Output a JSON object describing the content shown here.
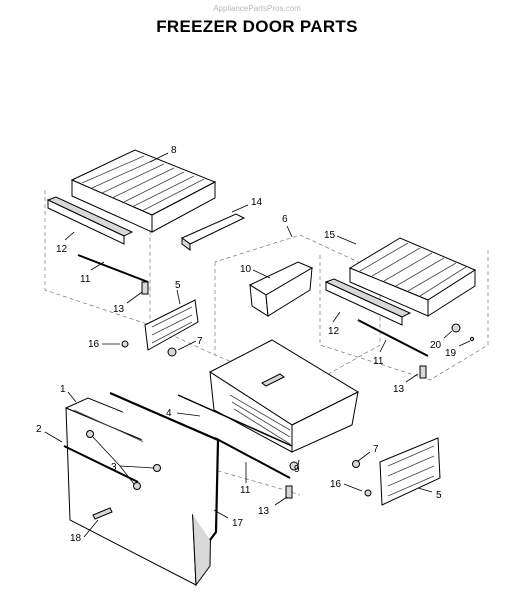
{
  "watermark": "AppliancePartsPros.com",
  "title": "FREEZER DOOR PARTS",
  "callouts": {
    "c1": "1",
    "c2": "2",
    "c3": "3",
    "c4": "4",
    "c5a": "5",
    "c5b": "5",
    "c6": "6",
    "c7a": "7",
    "c7b": "7",
    "c8": "8",
    "c9": "9",
    "c10": "10",
    "c11a": "11",
    "c11b": "11",
    "c11c": "11",
    "c12a": "12",
    "c12b": "12",
    "c13a": "13",
    "c13b": "13",
    "c13c": "13",
    "c14": "14",
    "c15": "15",
    "c16a": "16",
    "c16b": "16",
    "c17": "17",
    "c18": "18",
    "c19": "19",
    "c20": "20"
  }
}
